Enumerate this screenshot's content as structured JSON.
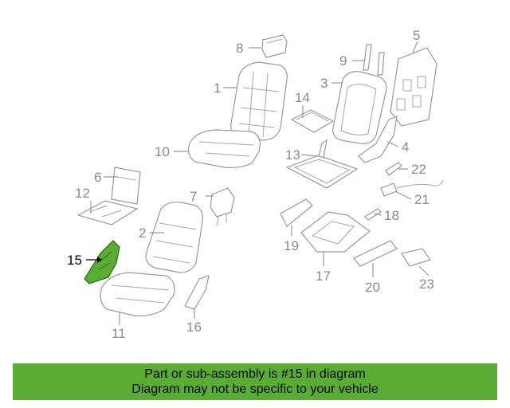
{
  "diagram": {
    "highlight_color": "#5aad33",
    "highlighted_callout": "15",
    "callouts": {
      "c1": "1",
      "c2": "2",
      "c3": "3",
      "c4": "4",
      "c5": "5",
      "c6": "6",
      "c7": "7",
      "c8": "8",
      "c9": "9",
      "c10": "10",
      "c11": "11",
      "c12": "12",
      "c13": "13",
      "c14": "14",
      "c15": "15",
      "c16": "16",
      "c17": "17",
      "c18": "18",
      "c19": "19",
      "c20": "20",
      "c21": "21",
      "c22": "22",
      "c23": "23"
    }
  },
  "footer": {
    "line1": "Part or sub-assembly is #15 in diagram",
    "line2": "Diagram may not be specific to your vehicle",
    "background": "#5aad33"
  }
}
